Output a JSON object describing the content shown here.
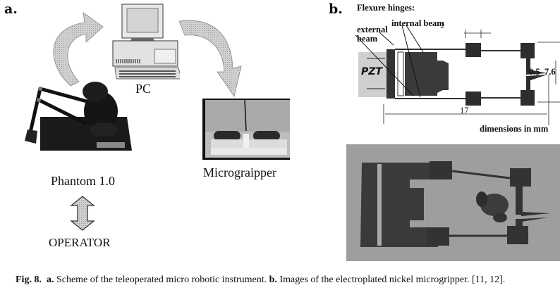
{
  "panel_a": {
    "label": "a.",
    "nodes": {
      "pc": "PC",
      "phantom": "Phantom 1.0",
      "microgripper": "Micrograipper",
      "operator": "OPERATOR"
    },
    "icons": [
      "pc-computer-icon",
      "phantom-haptic-device-icon",
      "microgripper-photo",
      "curved-arrow-icon",
      "double-arrow-icon"
    ]
  },
  "panel_b": {
    "label": "b.",
    "title": "Flexure hinges:",
    "annotations": {
      "external_beam_line1": "external",
      "external_beam_line2": "beam",
      "internal_beam": "internal beam",
      "pzt": "PZT",
      "dim_hinge": "2",
      "dim_gap": "0.5",
      "dim_height": "7.6",
      "dim_length": "17",
      "units": "dimensions in mm"
    }
  },
  "caption": {
    "fig": "Fig. 8.",
    "a_label": "a.",
    "a_text": "Scheme of the teleoperated micro robotic instrument.",
    "b_label": "b.",
    "b_text": "Images of the electroplated nickel microgripper. [11, 12]."
  }
}
